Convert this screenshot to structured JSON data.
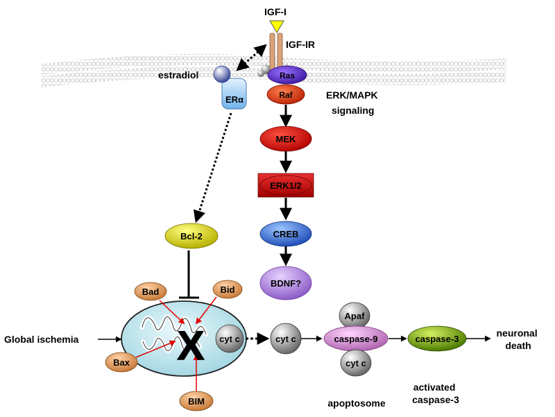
{
  "labels": {
    "igf1": "IGF-I",
    "igf1r": "IGF-IR",
    "estradiol": "estradiol",
    "er_alpha": "ERα",
    "ras": "Ras",
    "raf": "Raf",
    "erk_mapk_line1": "ERK/MAPK",
    "erk_mapk_line2": "signaling",
    "mek": "MEK",
    "erk12": "ERK1/2",
    "creb": "CREB",
    "bdnf": "BDNF?",
    "bcl2": "Bcl-2",
    "bad": "Bad",
    "bid": "Bid",
    "bax": "Bax",
    "bim": "BIM",
    "global_ischemia": "Global ischemia",
    "block_x": "X",
    "cytc_mito": "cyt c",
    "cytc_released": "cyt c",
    "apaf": "Apaf",
    "caspase9": "caspase-9",
    "cytc_apoptosome": "cyt c",
    "apoptosome": "apoptosome",
    "caspase3": "caspase-3",
    "neuronal_line1": "neuronal",
    "neuronal_line2": "death",
    "activated_line1": "activated",
    "activated_line2": "caspase-3"
  },
  "colors": {
    "igf1_triangle": "#ffff00",
    "receptor": "#d9a27a",
    "ras": "#6b2fd1",
    "raf": "#e23a1a",
    "mek": "#e01010",
    "erk": "#c81010",
    "creb": "#3a6ed8",
    "bdnf": "#b48be6",
    "bcl2": "#e8e000",
    "er_alpha": "#9ecff2",
    "bh3_proteins": "#e8a468",
    "mitochondrion": "#bfe6ee",
    "cytc": "#a8a8a8",
    "caspase9": "#d68ad6",
    "caspase3": "#7cb000",
    "inhibitory_arrow": "#e00000"
  }
}
